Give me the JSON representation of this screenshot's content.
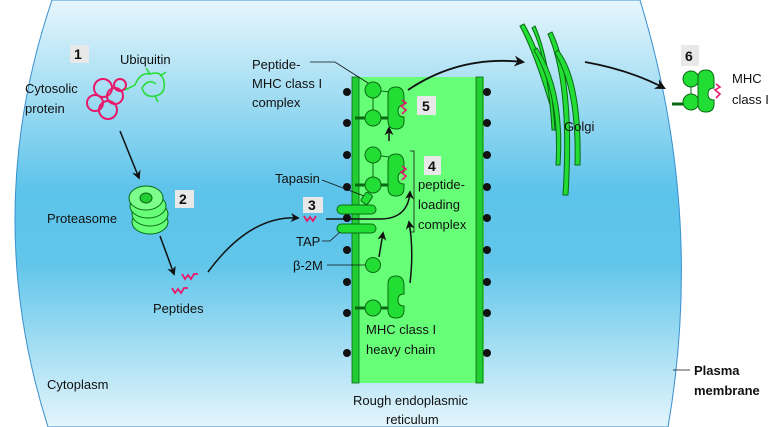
{
  "colors": {
    "cytoplasm_light": "#d9f1fb",
    "cytoplasm_mid": "#5cc3ea",
    "er_fill": "#66ff77",
    "er_border": "#22cc33",
    "protein_green": "#22dd33",
    "peptide_red": "#e8186a",
    "step_box": "#e8e8e8"
  },
  "steps": {
    "s1": "1",
    "s2": "2",
    "s3": "3",
    "s4": "4",
    "s5": "5",
    "s6": "6"
  },
  "labels": {
    "ubiquitin": "Ubiquitin",
    "cytosolic_1": "Cytosolic",
    "cytosolic_2": "protein",
    "proteasome": "Proteasome",
    "peptides": "Peptides",
    "cytoplasm": "Cytoplasm",
    "pmhc_1": "Peptide-",
    "pmhc_2": "MHC class I",
    "pmhc_3": "complex",
    "tapasin": "Tapasin",
    "tap": "TAP",
    "b2m": "β-2M",
    "plc_1": "peptide-",
    "plc_2": "loading",
    "plc_3": "complex",
    "heavy_1": "MHC class I",
    "heavy_2": "heavy chain",
    "er_1": "Rough endoplasmic",
    "er_2": "reticulum",
    "golgi": "Golgi",
    "mhc_surface_1": "MHC",
    "mhc_surface_2": "class I",
    "membrane_1": "Plasma",
    "membrane_2": "membrane"
  }
}
